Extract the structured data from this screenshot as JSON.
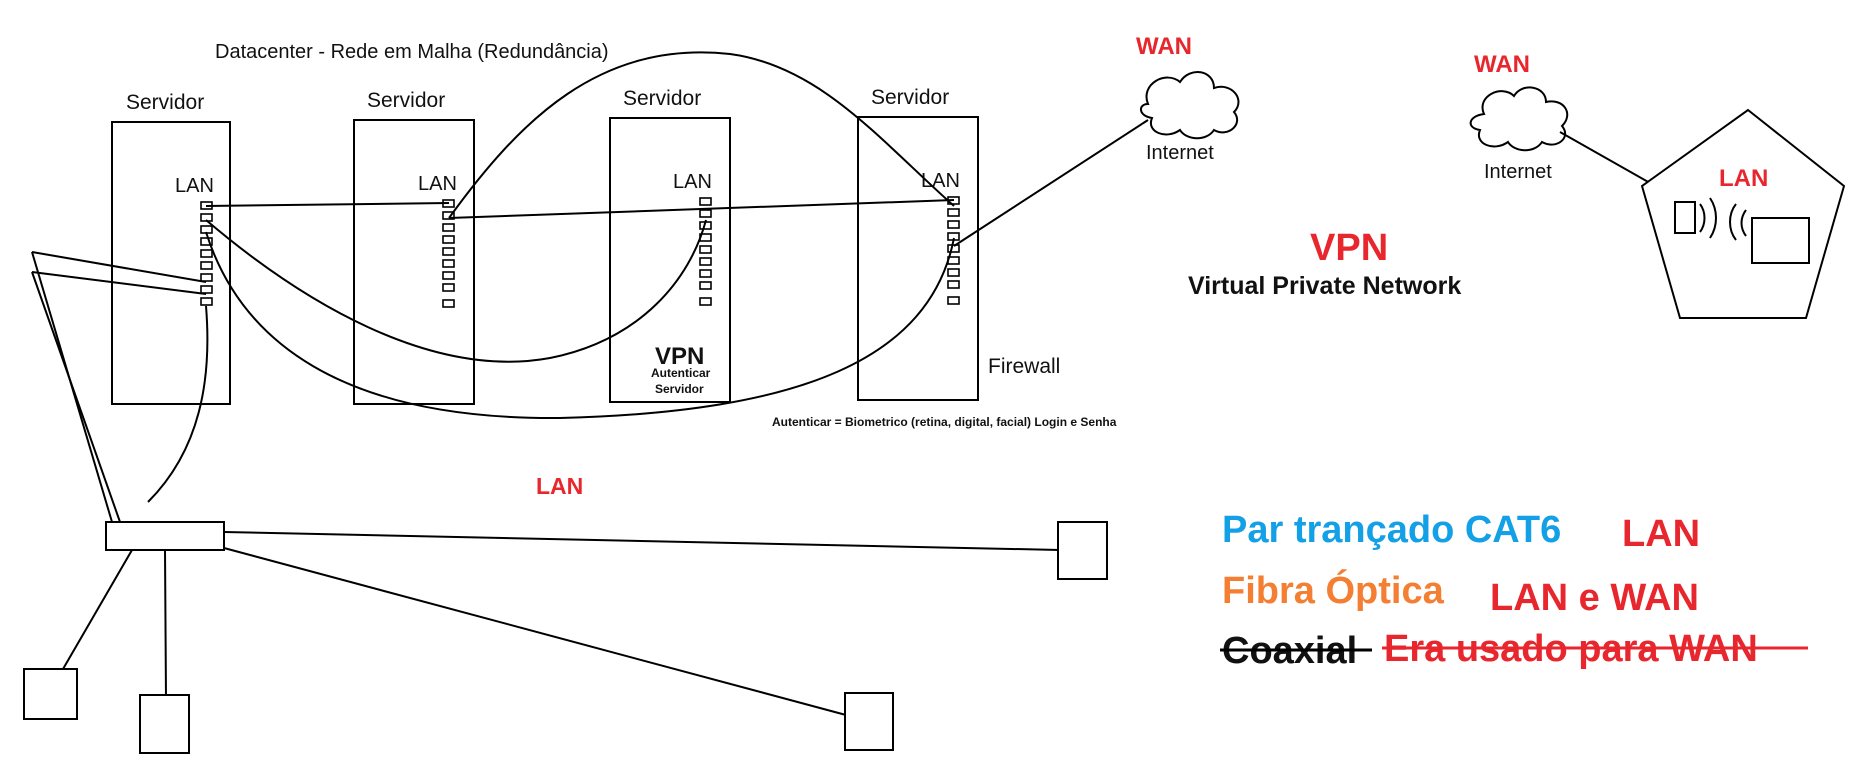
{
  "title": "Datacenter - Rede em Malha (Redundância)",
  "servers": [
    {
      "label": "Servidor",
      "port_label": "LAN"
    },
    {
      "label": "Servidor",
      "port_label": "LAN"
    },
    {
      "label": "Servidor",
      "port_label": "LAN",
      "vpn_label": "VPN",
      "vpn_sub1": "Autenticar",
      "vpn_sub2": "Servidor"
    },
    {
      "label": "Servidor",
      "port_label": "LAN"
    }
  ],
  "firewall_label": "Firewall",
  "auth_note": "Autenticar = Biometrico (retina, digital, facial) Login e Senha",
  "lan_center_label": "LAN",
  "wan_left": {
    "wan": "WAN",
    "internet": "Internet"
  },
  "wan_right": {
    "wan": "WAN",
    "internet": "Internet"
  },
  "remote_lan_label": "LAN",
  "vpn_heading": "VPN",
  "vpn_full": "Virtual Private Network",
  "legend": {
    "cat6": "Par trançado CAT6",
    "cat6_use": "LAN",
    "fiber": "Fibra Óptica",
    "fiber_use": "LAN e WAN",
    "coax": "Coaxial",
    "coax_use": "Era usado para WAN"
  },
  "colors": {
    "red": "#e8262d",
    "blue": "#14a0e6",
    "orange": "#f47f32",
    "black": "#111111"
  }
}
